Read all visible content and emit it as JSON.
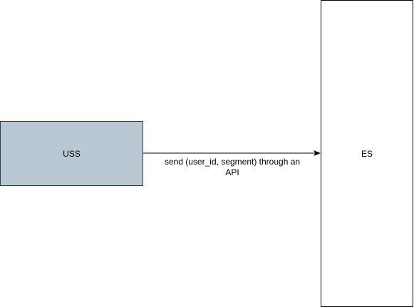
{
  "diagram": {
    "nodes": {
      "uss": {
        "label": "USS",
        "fill": "#bac8d3",
        "stroke": "#23445d"
      },
      "es": {
        "label": "ES",
        "fill": "#ffffff",
        "stroke": "#000000"
      }
    },
    "edges": [
      {
        "from": "USS",
        "to": "ES",
        "label": "send (user_id, segment) through an API",
        "color": "#000000"
      }
    ]
  }
}
